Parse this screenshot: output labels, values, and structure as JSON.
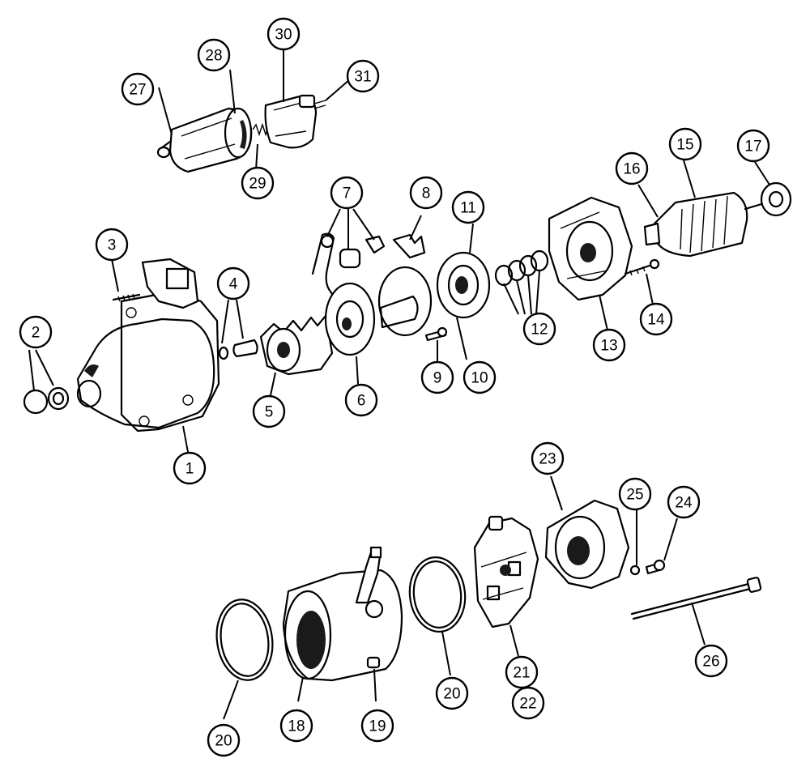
{
  "callouts": [
    {
      "id": "c1",
      "label": "1"
    },
    {
      "id": "c2",
      "label": "2"
    },
    {
      "id": "c3",
      "label": "3"
    },
    {
      "id": "c4",
      "label": "4"
    },
    {
      "id": "c5",
      "label": "5"
    },
    {
      "id": "c6",
      "label": "6"
    },
    {
      "id": "c7",
      "label": "7"
    },
    {
      "id": "c8",
      "label": "8"
    },
    {
      "id": "c9",
      "label": "9"
    },
    {
      "id": "c10",
      "label": "10"
    },
    {
      "id": "c11",
      "label": "11"
    },
    {
      "id": "c12",
      "label": "12"
    },
    {
      "id": "c13",
      "label": "13"
    },
    {
      "id": "c14",
      "label": "14"
    },
    {
      "id": "c15",
      "label": "15"
    },
    {
      "id": "c16",
      "label": "16"
    },
    {
      "id": "c17",
      "label": "17"
    },
    {
      "id": "c18",
      "label": "18"
    },
    {
      "id": "c19",
      "label": "19"
    },
    {
      "id": "c20a",
      "label": "20"
    },
    {
      "id": "c20b",
      "label": "20"
    },
    {
      "id": "c21",
      "label": "21"
    },
    {
      "id": "c22",
      "label": "22"
    },
    {
      "id": "c23",
      "label": "23"
    },
    {
      "id": "c24",
      "label": "24"
    },
    {
      "id": "c25",
      "label": "25"
    },
    {
      "id": "c26",
      "label": "26"
    },
    {
      "id": "c27",
      "label": "27"
    },
    {
      "id": "c28",
      "label": "28"
    },
    {
      "id": "c29",
      "label": "29"
    },
    {
      "id": "c30",
      "label": "30"
    },
    {
      "id": "c31",
      "label": "31"
    }
  ]
}
